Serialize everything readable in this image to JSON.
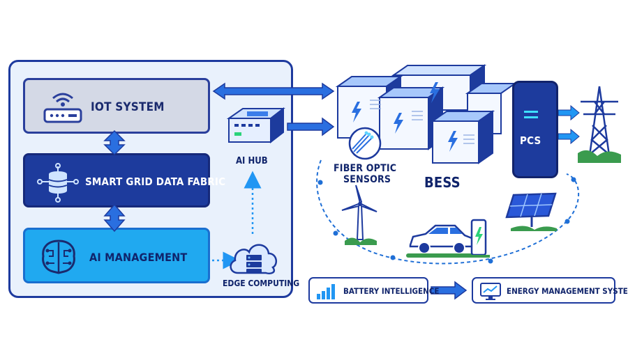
{
  "left_panel": {
    "iot_system": "IOT SYSTEM",
    "smart_grid_data_fabric": "SMART GRID DATA FABRIC",
    "ai_management": "AI MANAGEMENT",
    "ai_hub": "AI HUB",
    "edge_computing": "EDGE COMPUTING"
  },
  "right_panel": {
    "fiber_optic_sensors_line1": "FIBER OPTIC",
    "fiber_optic_sensors_line2": "SENSORS",
    "bess": "BESS",
    "pcs": "PCS"
  },
  "bottom": {
    "battery_intelligence": "BATTERY INTELLIGENCE",
    "energy_management_system": "ENERGY MANAGEMENT SYSTEM"
  },
  "colors": {
    "dark_blue": "#1d3b9d",
    "mid_blue": "#1a6fcf",
    "light_blue": "#20a9f0",
    "gray_box": "#d4d9e6",
    "arrow_blue": "#2196f3"
  },
  "icons": [
    "wifi-router-icon",
    "database-icon",
    "brain-circuit-icon",
    "router-box-icon",
    "cloud-server-icon",
    "battery-cabinet-icon",
    "pcs-cabinet-icon",
    "transmission-tower-icon",
    "wind-turbine-icon",
    "electric-car-icon",
    "charging-station-icon",
    "solar-panel-icon",
    "bar-chart-icon",
    "monitor-chart-icon",
    "fiber-optic-icon"
  ]
}
